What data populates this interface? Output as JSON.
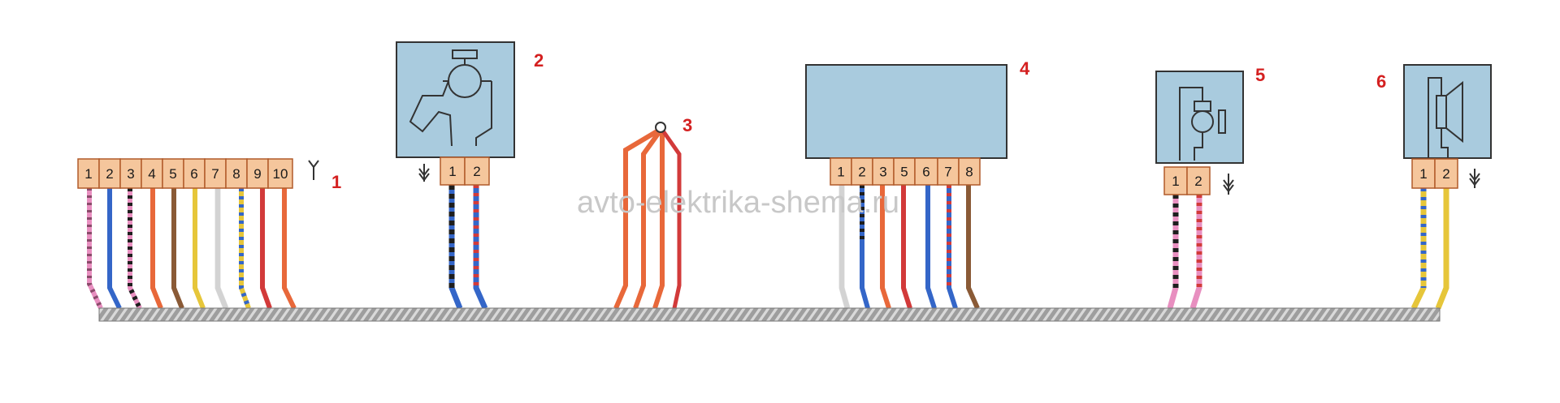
{
  "watermark": "avto-elektrika-shema.ru",
  "components": [
    {
      "id": "c1",
      "number": "1",
      "pins": [
        "1",
        "2",
        "3",
        "4",
        "5",
        "6",
        "7",
        "8",
        "9",
        "10"
      ]
    },
    {
      "id": "c2",
      "number": "2",
      "pins": [
        "1",
        "2"
      ]
    },
    {
      "id": "c3",
      "number": "3",
      "pins": []
    },
    {
      "id": "c4",
      "number": "4",
      "pins": [
        "1",
        "2",
        "3",
        "5",
        "6",
        "7",
        "8"
      ]
    },
    {
      "id": "c5",
      "number": "5",
      "pins": [
        "1",
        "2"
      ]
    },
    {
      "id": "c6",
      "number": "6",
      "pins": [
        "1",
        "2"
      ]
    }
  ],
  "colors": {
    "pin_fill": "#f5c69c",
    "pin_stroke": "#b15a2a",
    "box_fill": "#a9cbde",
    "box_stroke": "#333333",
    "number_red": "#d42020",
    "harness": "#b5b5b5",
    "wire_pink": "#e88fc0",
    "wire_blue": "#3466c8",
    "wire_orange": "#e8683a",
    "wire_brown": "#8a5a36",
    "wire_yellow": "#e6c63a",
    "wire_white": "#f2f2f2",
    "wire_red": "#d23a3a",
    "wire_black": "#1e1e1e"
  }
}
